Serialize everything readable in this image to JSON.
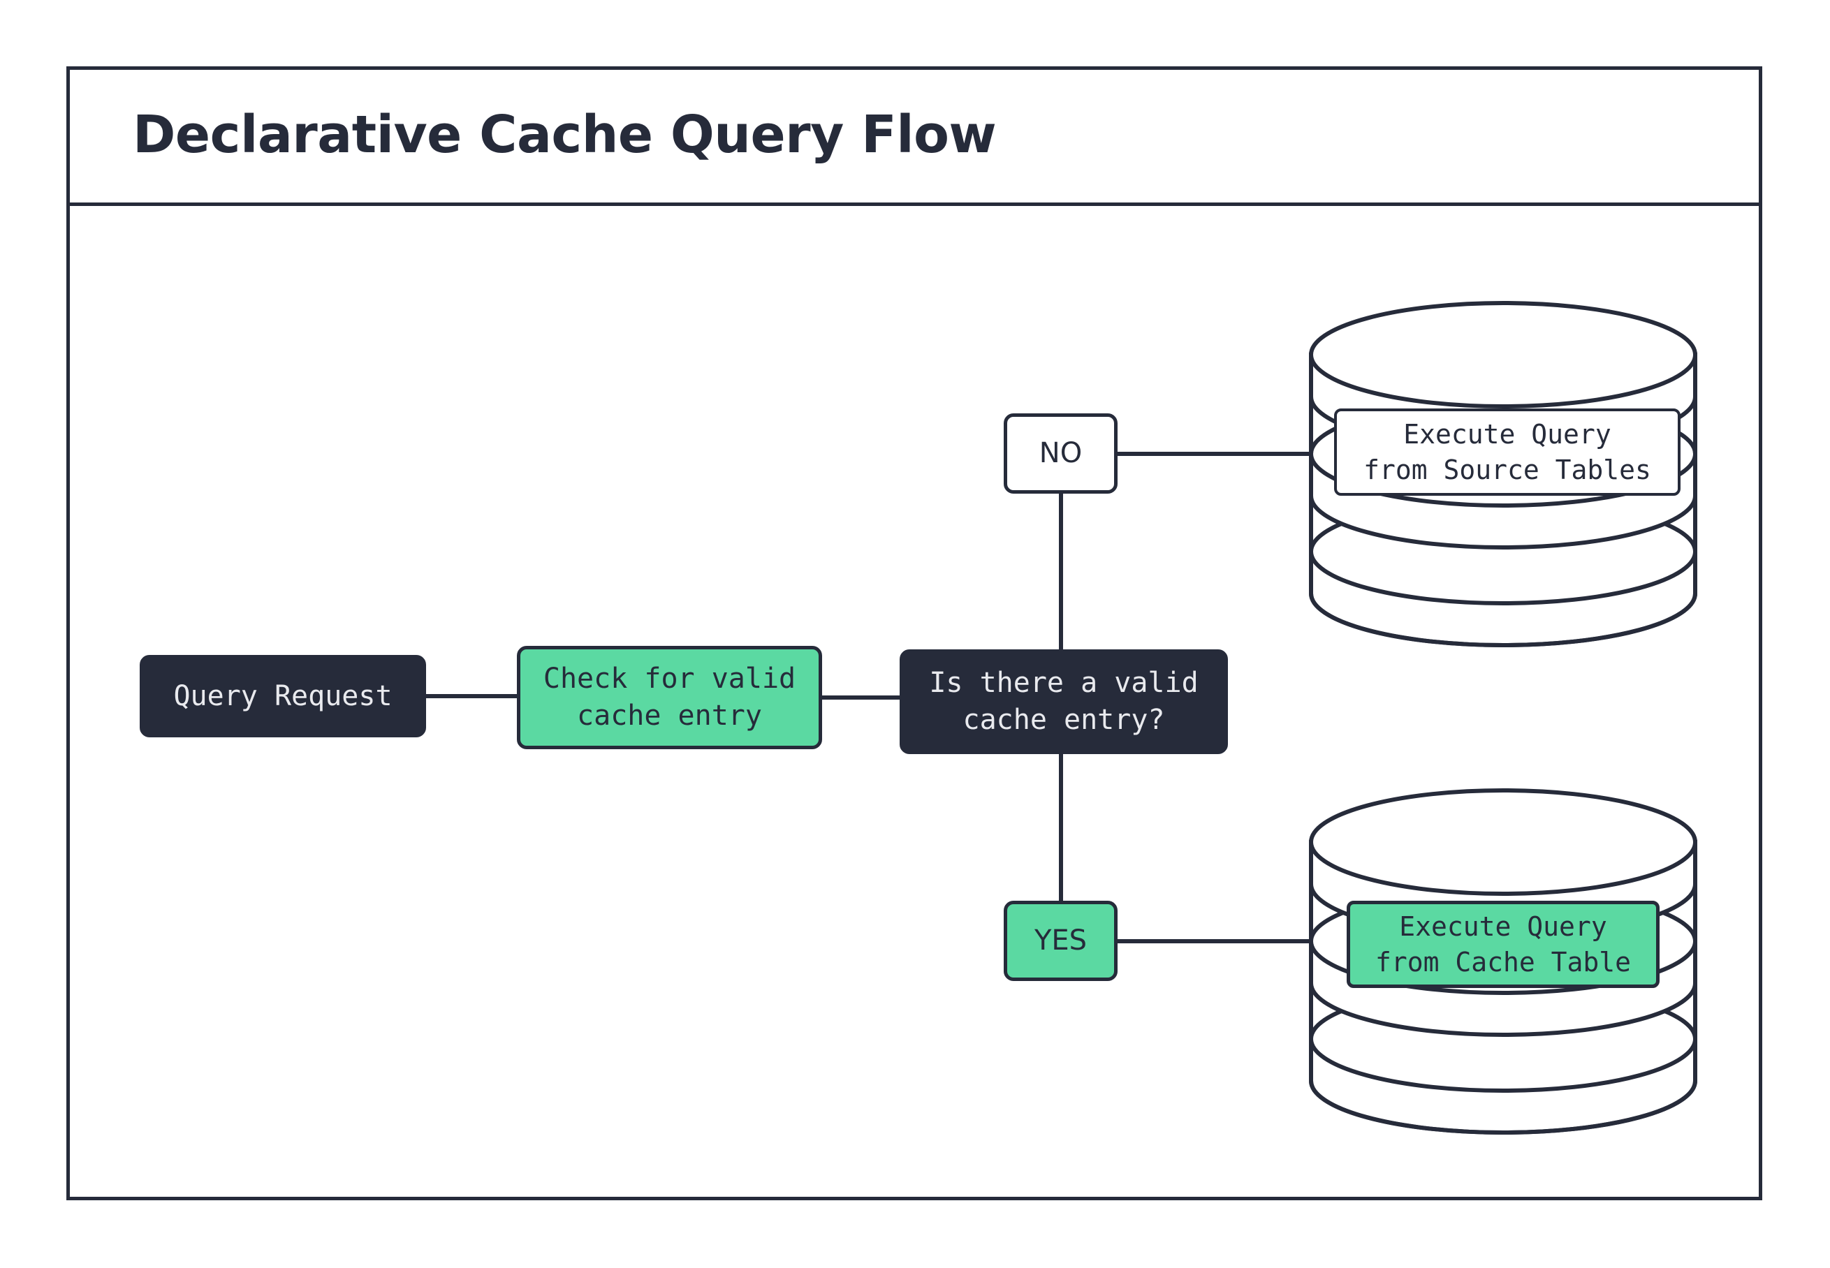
{
  "diagram": {
    "title": "Declarative Cache Query Flow",
    "colors": {
      "ink": "#262b3a",
      "accent_green": "#5bd9a2",
      "surface": "#ffffff",
      "dark_text": "#e9eaee"
    },
    "nodes": {
      "query_request": {
        "label": "Query Request",
        "style": "dark"
      },
      "check_cache": {
        "label": "Check for valid\ncache entry",
        "style": "green"
      },
      "decision": {
        "label": "Is there a valid\ncache entry?",
        "style": "dark"
      },
      "source_tables": {
        "label": "Execute Query\nfrom Source Tables",
        "style": "white"
      },
      "cache_table": {
        "label": "Execute Query\nfrom Cache Table",
        "style": "green"
      }
    },
    "edge_labels": {
      "no": {
        "label": "NO",
        "style": "white"
      },
      "yes": {
        "label": "YES",
        "style": "green"
      }
    },
    "datastores": {
      "source_db": {
        "name": "source-database-cylinder"
      },
      "cache_db": {
        "name": "cache-database-cylinder"
      }
    },
    "edges": [
      {
        "from": "query_request",
        "to": "check_cache"
      },
      {
        "from": "check_cache",
        "to": "decision"
      },
      {
        "from": "decision",
        "to": "no",
        "label": "NO"
      },
      {
        "from": "no",
        "to": "source_db"
      },
      {
        "from": "decision",
        "to": "yes",
        "label": "YES"
      },
      {
        "from": "yes",
        "to": "cache_db"
      }
    ]
  }
}
